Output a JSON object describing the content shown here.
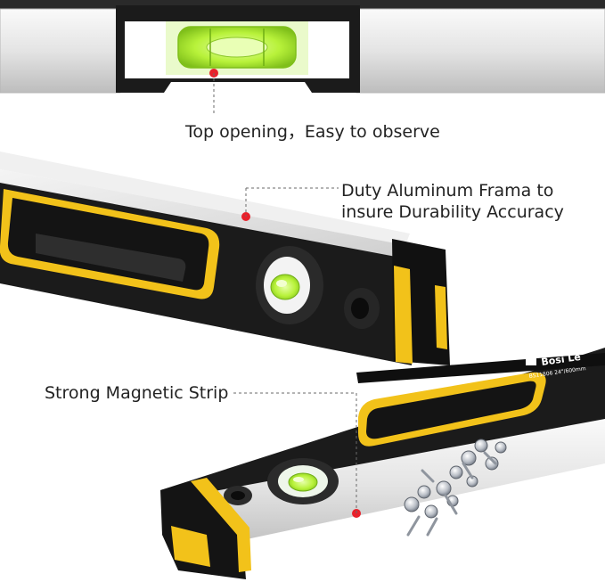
{
  "captions": {
    "top_opening": "Top opening，Easy to observe",
    "aluminum_line1": "Duty Aluminum Frama to",
    "aluminum_line2": "insure Durability Accuracy",
    "magnetic_strip": "Strong Magnetic Strip"
  },
  "product": {
    "brand_print": "Bosi Le",
    "model_print": "BS11806 24\"/600mm"
  },
  "colors": {
    "accent_yellow": "#f2c21a",
    "body_black": "#1b1b1b",
    "bubble_green": "#b8f23a",
    "marker_red": "#e8202a",
    "aluminum": "#e9e9e9",
    "text": "#222222"
  }
}
